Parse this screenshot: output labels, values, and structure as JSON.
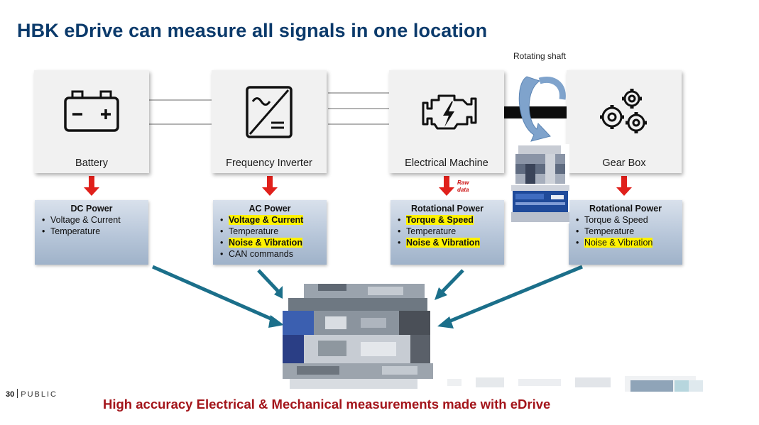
{
  "title": "HBK eDrive can measure all signals in one location",
  "rotating_shaft_label": "Rotating shaft",
  "components": [
    {
      "label": "Battery",
      "icon": "battery-icon"
    },
    {
      "label": "Frequency Inverter",
      "icon": "inverter-icon"
    },
    {
      "label": "Electrical Machine",
      "icon": "engine-icon"
    },
    {
      "label": "Gear Box",
      "icon": "gears-icon"
    }
  ],
  "raw_data_label": "Raw data",
  "signals": [
    {
      "heading": "DC Power",
      "items": [
        {
          "text": "Voltage & Current",
          "highlight": false,
          "bold": false
        },
        {
          "text": "Temperature",
          "highlight": false,
          "bold": false
        }
      ]
    },
    {
      "heading": "AC Power",
      "items": [
        {
          "text": "Voltage & Current",
          "highlight": true,
          "bold": true
        },
        {
          "text": "Temperature",
          "highlight": false,
          "bold": false
        },
        {
          "text": "Noise & Vibration",
          "highlight": true,
          "bold": true
        },
        {
          "text": "CAN commands",
          "highlight": false,
          "bold": false
        }
      ]
    },
    {
      "heading": "Rotational Power",
      "items": [
        {
          "text": "Torque & Speed",
          "highlight": true,
          "bold": true
        },
        {
          "text": "Temperature",
          "highlight": false,
          "bold": false
        },
        {
          "text": "Noise & Vibration",
          "highlight": true,
          "bold": true
        }
      ]
    },
    {
      "heading": "Rotational Power",
      "items": [
        {
          "text": "Torque & Speed",
          "highlight": false,
          "bold": false
        },
        {
          "text": "Temperature",
          "highlight": false,
          "bold": false
        },
        {
          "text": "Noise & Vibration",
          "highlight": true,
          "bold": false
        }
      ]
    }
  ],
  "footer": "High accuracy Electrical & Mechanical measurements made with eDrive",
  "page_number": "30",
  "classification": "PUBLIC",
  "colors": {
    "title": "#0b3a6b",
    "arrow_red": "#e0201b",
    "arrow_teal": "#1b6f8a",
    "highlight": "#fff200",
    "footer": "#a3141a"
  }
}
